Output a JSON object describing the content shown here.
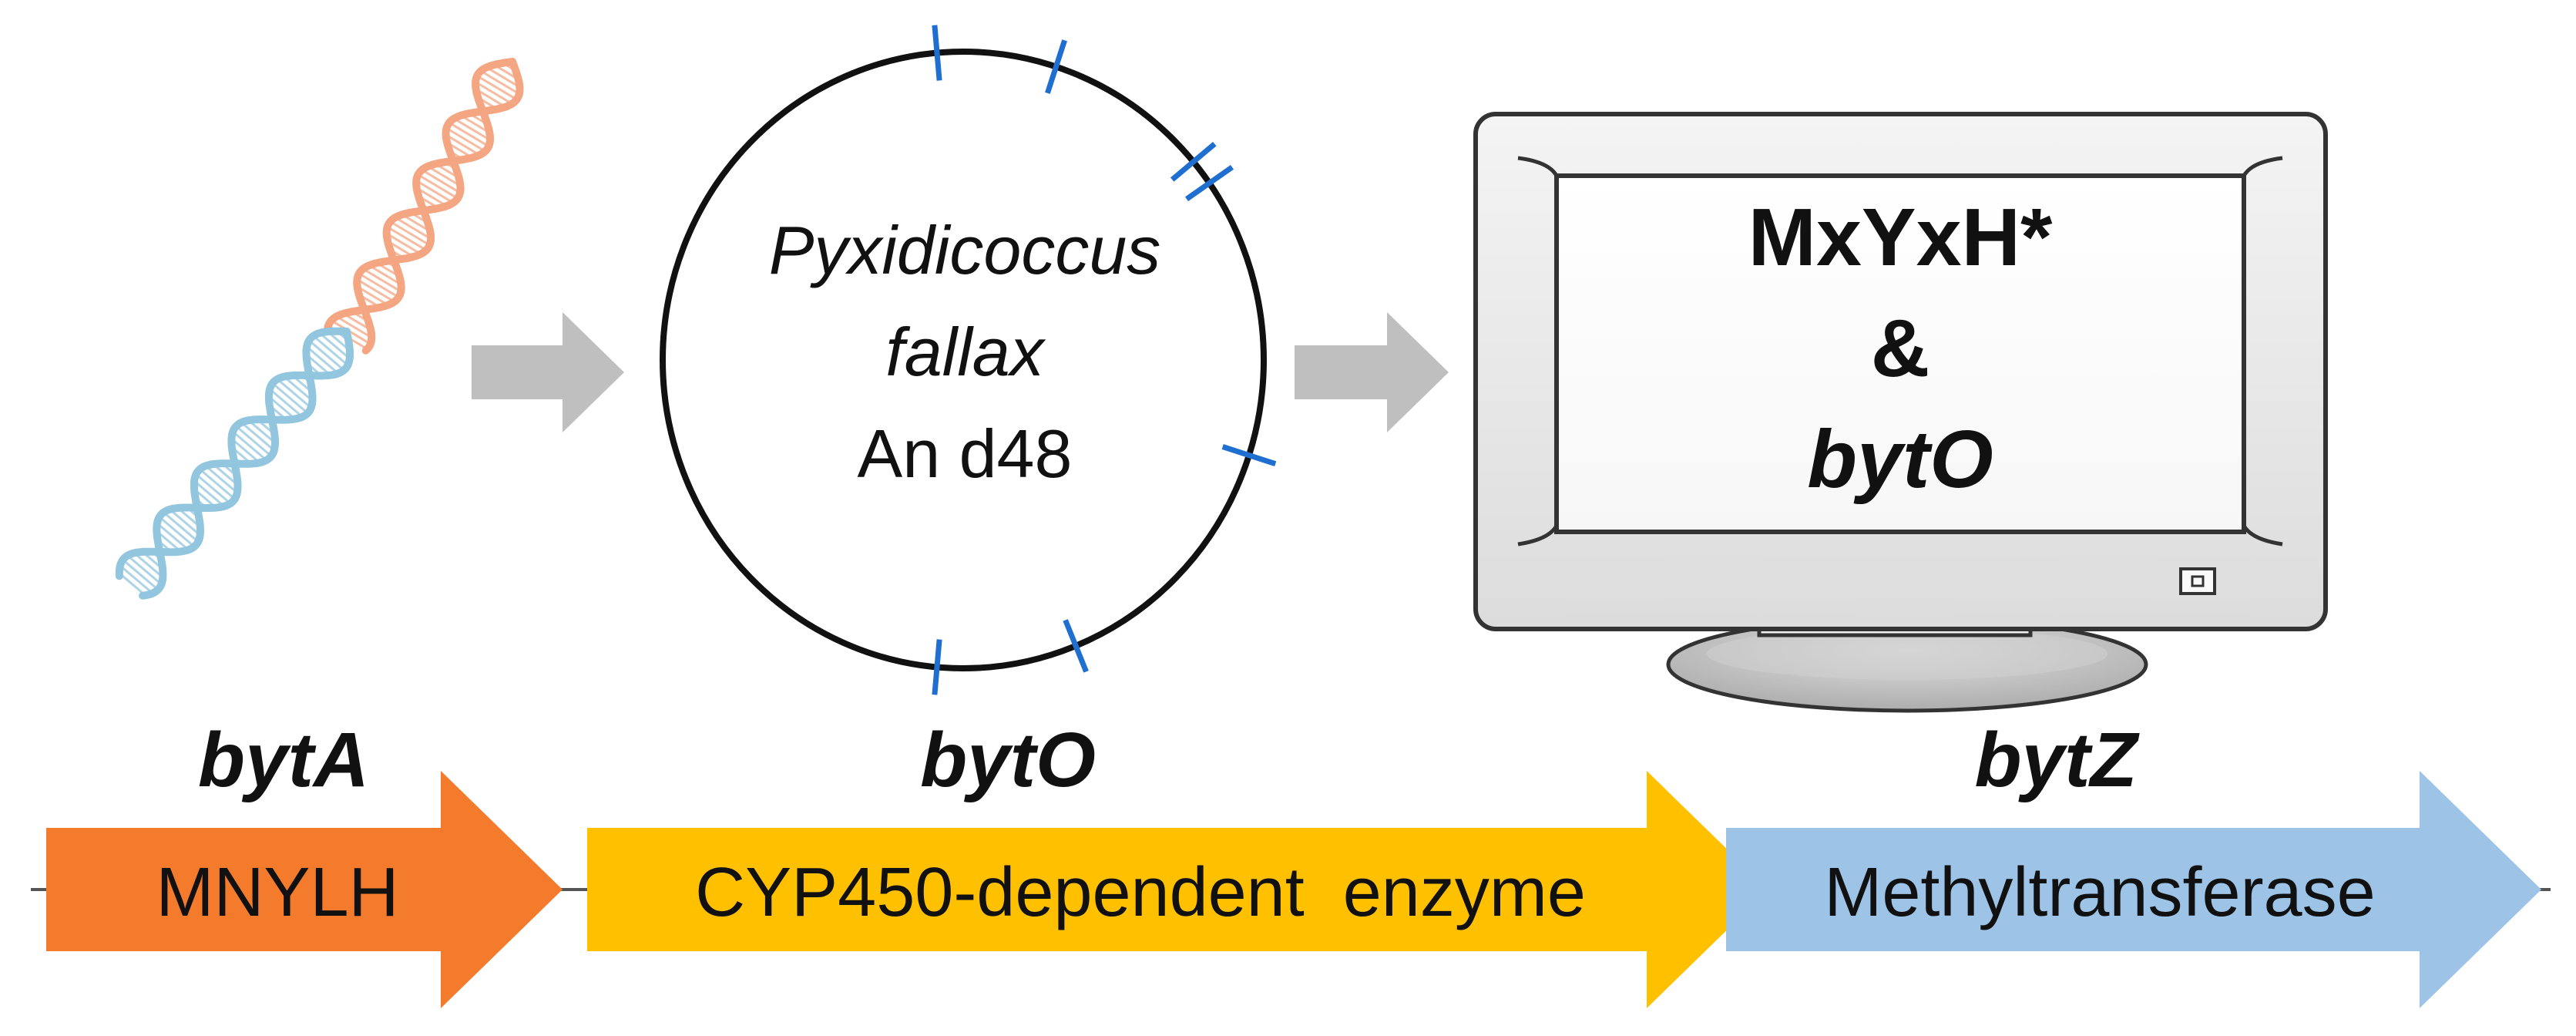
{
  "colors": {
    "dna_orange": "#F4A582",
    "dna_blue": "#92C5DE",
    "gray_arrow": "#BFBFBF",
    "site_mark": "#1F6FD1",
    "gene_bytA": "#F47A2C",
    "gene_bytO": "#FFC000",
    "gene_bytZ": "#9DC3E6",
    "monitor_frame": "#E6E6E6",
    "monitor_stand": "#C8C8C8"
  },
  "plasmid": {
    "organism_line1": "Pyxidicoccus",
    "organism_line2": "fallax",
    "strain": "An d48"
  },
  "monitor": {
    "line1": "MxYxH*",
    "line2": "&",
    "line3": "bytO"
  },
  "genes": [
    {
      "name": "bytA",
      "product": "MNYLH"
    },
    {
      "name": "bytO",
      "product": "CYP450-dependent  enzyme"
    },
    {
      "name": "bytZ",
      "product": "Methyltransferase"
    }
  ]
}
